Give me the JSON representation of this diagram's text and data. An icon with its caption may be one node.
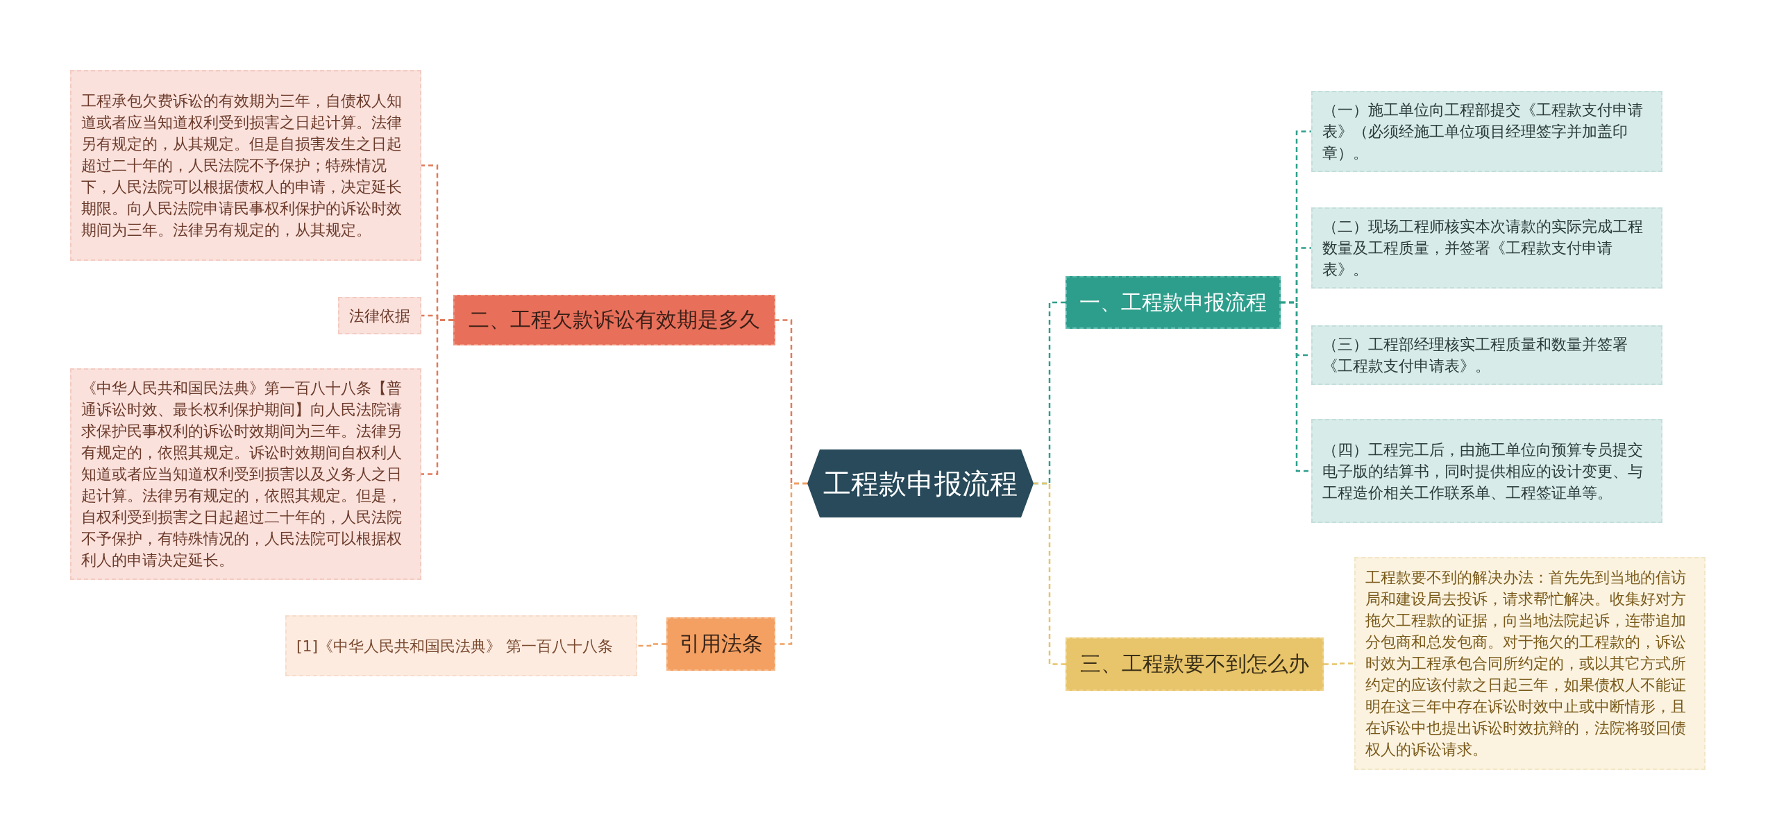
{
  "diagram": {
    "nodes": [
      {
        "text": [
          "工程款申报流程"
        ]
      },
      {
        "text": [
          "一、工程款申报流程"
        ]
      },
      {
        "text": [
          "（一）施工单位向工程部提交《工程款支付申请表》（必须经施工单位项目经理签字并加盖印章）。"
        ]
      },
      {
        "text": [
          "（二）现场工程师核实本次请款的实际完成工程数量及工程质量，并签署《工程款支付申请表》。"
        ]
      },
      {
        "text": [
          "（三）工程部经理核实工程质量和数量并签署《工程款支付申请表》。"
        ]
      },
      {
        "text": [
          "（四）工程完工后，由施工单位向预算专员提交电子版的结算书，同时提供相应的设计变更、与工程造价相关工作联系单、工程签证单等。"
        ]
      },
      {
        "text": [
          "二、工程欠款诉讼有效期是多久"
        ]
      },
      {
        "text": [
          "工程承包欠费诉讼的有效期为三年，自债权人知道或者应当知道权利受到损害之日起计算。法律另有规定的，从其规定。但是自损害发生之日起超过二十年的，人民法院不予保护；特殊情况下，人民法院可以根据债权人的申请，决定延长期限。向人民法院申请民事权利保护的诉讼时效期间为三年。法律另有规定的，从其规定。"
        ]
      },
      {
        "text": [
          "法律依据"
        ]
      },
      {
        "text": [
          "《中华人民共和国民法典》第一百八十八条【普通诉讼时效、最长权利保护期间】向人民法院请求保护民事权利的诉讼时效期间为三年。法律另有规定的，依照其规定。诉讼时效期间自权利人知道或者应当知道权利受到损害以及义务人之日起计算。法律另有规定的，依照其规定。但是，自权利受到损害之日起超过二十年的，人民法院不予保护，有特殊情况的，人民法院可以根据权利人的申请决定延长。"
        ]
      },
      {
        "text": [
          "三、工程款要不到怎么办"
        ]
      },
      {
        "text": [
          "工程款要不到的解决办法：首先先到当地的信访局和建设局去投诉，请求帮忙解决。收集好对方拖欠工程款的证据，向当地法院起诉，连带追加分包商和总发包商。对于拖欠的工程款的，诉讼时效为工程承包合同所约定的，或以其它方式所约定的应该付款之日起三年，如果债权人不能证明在这三年中存在诉讼时效中止或中断情形，且在诉讼中也提出诉讼时效抗辩的，法院将驳回债权人的诉讼请求。"
        ]
      },
      {
        "text": [
          "引用法条"
        ]
      },
      {
        "text": [
          "[1]《中华人民共和国民法典》 第一百八十八条"
        ]
      }
    ],
    "edges": [
      {
        "from": 0,
        "to": 1,
        "arrow": "none",
        "color": "#2e9e8c"
      },
      {
        "from": 1,
        "to": 2,
        "arrow": "none",
        "color": "#2e9e8c"
      },
      {
        "from": 1,
        "to": 3,
        "arrow": "none",
        "color": "#2e9e8c"
      },
      {
        "from": 1,
        "to": 4,
        "arrow": "none",
        "color": "#2e9e8c"
      },
      {
        "from": 1,
        "to": 5,
        "arrow": "none",
        "color": "#2e9e8c"
      },
      {
        "from": 0,
        "to": 6,
        "arrow": "none",
        "color": "#e07a5a"
      },
      {
        "from": 6,
        "to": 7,
        "arrow": "none",
        "color": "#e07a5a"
      },
      {
        "from": 6,
        "to": 8,
        "arrow": "none",
        "color": "#e07a5a"
      },
      {
        "from": 6,
        "to": 9,
        "arrow": "none",
        "color": "#e07a5a"
      },
      {
        "from": 0,
        "to": 10,
        "arrow": "none",
        "color": "#e8c46a"
      },
      {
        "from": 10,
        "to": 11,
        "arrow": "none",
        "color": "#e8c46a"
      },
      {
        "from": 0,
        "to": 12,
        "arrow": "none",
        "color": "#f0a060"
      },
      {
        "from": 12,
        "to": 13,
        "arrow": "none",
        "color": "#f0a060"
      }
    ]
  }
}
